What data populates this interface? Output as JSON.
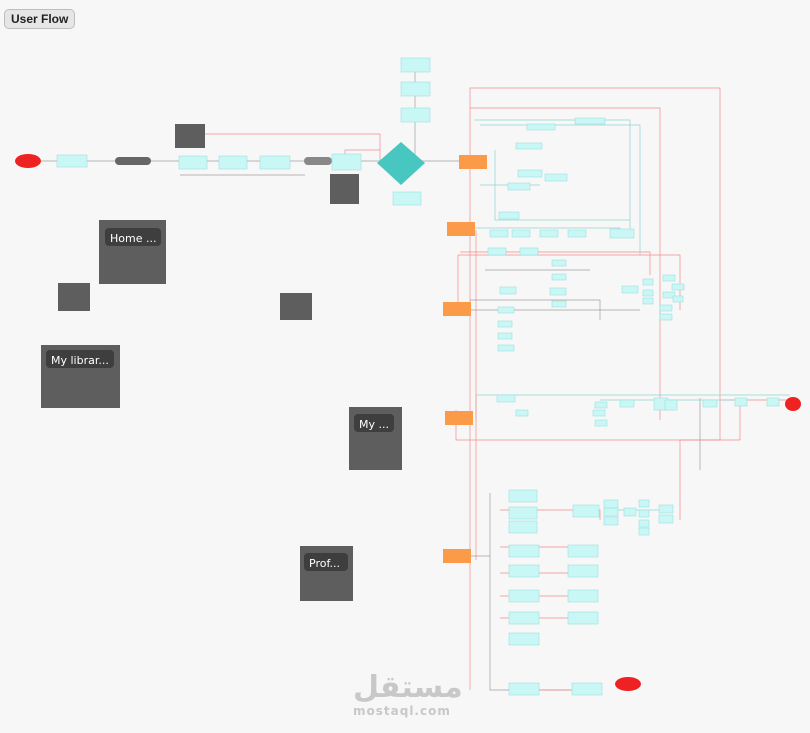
{
  "frame": {
    "title": "User Flow"
  },
  "colors": {
    "teal": "#c9f7f5",
    "teal_border": "#9fe0dc",
    "orange": "#fb9a48",
    "red": "#ee2222",
    "diamond": "#48c7c0",
    "note": "#5e5e5e",
    "line_red": "#f28b8b",
    "line_teal": "#8fd3cf",
    "line_gray": "#9e9e9e"
  },
  "notes": {
    "home": "Home ...",
    "library": "My librar...",
    "my": "My ...",
    "profile": "Prof..."
  },
  "watermark": {
    "arabic": "مستقل",
    "latin": "mostaql.com"
  }
}
